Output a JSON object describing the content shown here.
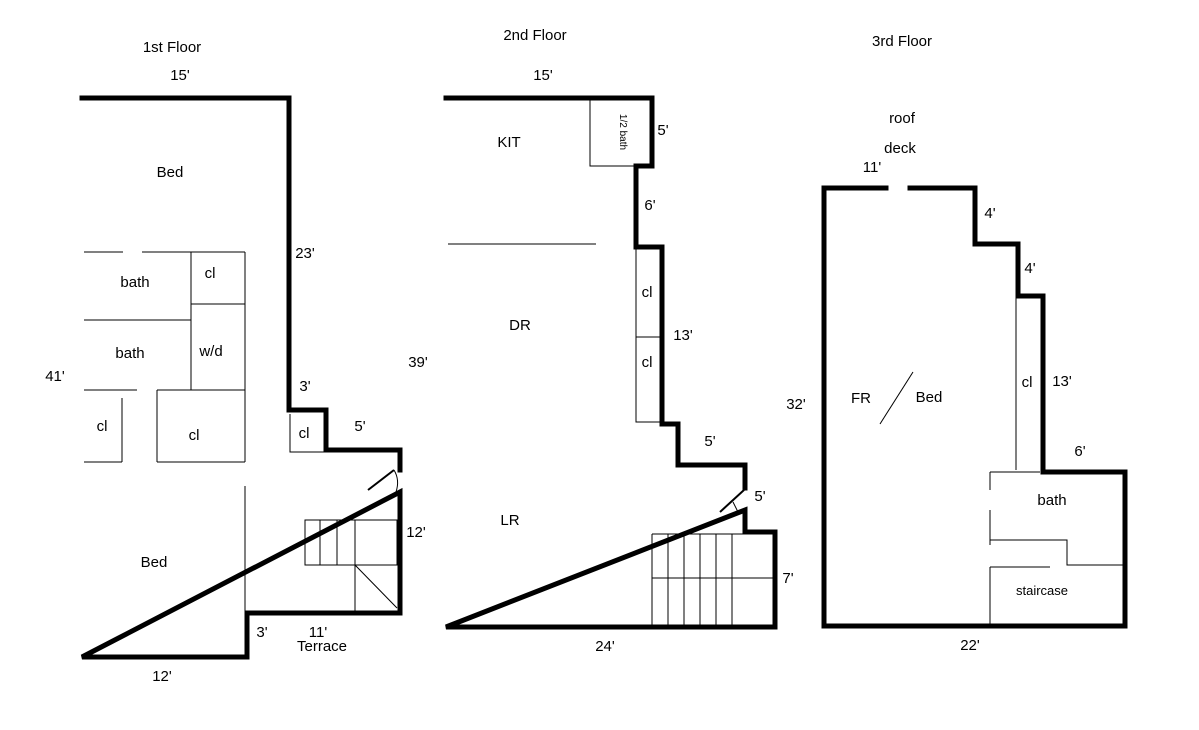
{
  "floors": [
    {
      "title": "1st Floor",
      "dims": {
        "top": "15'",
        "left": "41'",
        "bottom": "12'",
        "right_upper": "23'",
        "step": "3'",
        "ledge": "5'",
        "stair_side": "12'",
        "notch": "3'",
        "terrace_width": "11'"
      },
      "rooms": {
        "bed_top": "Bed",
        "bath1": "bath",
        "closet1": "cl",
        "bath2": "bath",
        "wd": "w/d",
        "closet2": "cl",
        "closet3": "cl",
        "closet4": "cl",
        "bed_bottom": "Bed",
        "terrace": "Terrace"
      }
    },
    {
      "title": "2nd Floor",
      "dims": {
        "top": "15'",
        "half_bath_side": "5'",
        "step1": "6'",
        "right_mid": "13'",
        "step2": "5'",
        "door_side": "5'",
        "stair_side": "7'",
        "left": "39'",
        "bottom": "24'"
      },
      "rooms": {
        "kitchen": "KIT",
        "half_bath": "1/2 bath",
        "closet1": "cl",
        "closet2": "cl",
        "dining": "DR",
        "living": "LR"
      }
    },
    {
      "title": "3rd Floor",
      "dims": {
        "top": "11'",
        "step1": "4'",
        "step2": "4'",
        "right_mid": "13'",
        "step3": "6'",
        "left": "32'",
        "bottom": "22'"
      },
      "rooms": {
        "roof_line1": "roof",
        "roof_line2": "deck",
        "fr": "FR",
        "bed": "Bed",
        "closet": "cl",
        "bath": "bath",
        "staircase": "staircase"
      }
    }
  ]
}
